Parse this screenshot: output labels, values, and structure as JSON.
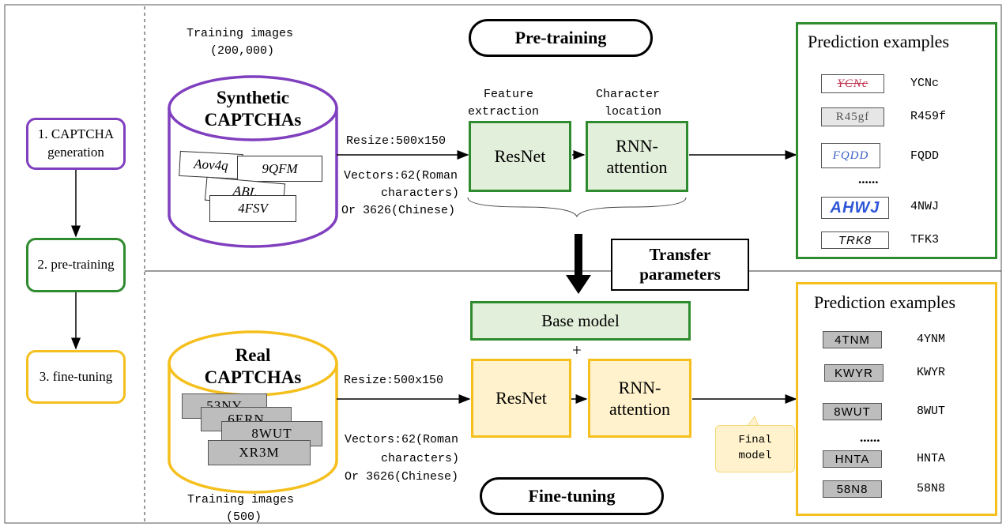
{
  "steps": [
    {
      "label": "1. CAPTCHA generation",
      "color": "#7f3fbf"
    },
    {
      "label": "2. pre-training",
      "color": "#2e8b2e"
    },
    {
      "label": "3. fine-tuning",
      "color": "#f5bf1d"
    }
  ],
  "pretraining": {
    "title": "Pre-training",
    "images_label_line1": "Training images",
    "images_label_line2": "(200,000)",
    "db_label": "Synthetic CAPTCHAs",
    "captcha_samples": [
      "Aov4q",
      "9QFM",
      "ABL",
      "4FSV"
    ],
    "resize_label": "Resize:500x150",
    "vectors_line1": "Vectors:62(Roman",
    "vectors_line2": "characters)",
    "vectors_line3": "Or 3626(Chinese)",
    "feature_label_line1": "Feature",
    "feature_label_line2": "extraction",
    "char_label_line1": "Character",
    "char_label_line2": "location",
    "resnet": "ResNet",
    "rnn": "RNN-attention"
  },
  "transfer": {
    "line1": "Transfer",
    "line2": "parameters"
  },
  "finetuning": {
    "title": "Fine-tuning",
    "images_label_line1": "Training images",
    "images_label_line2": "(500)",
    "db_label": "Real CAPTCHAs",
    "captcha_samples": [
      "53NY",
      "6ERN",
      "8WUT",
      "XR3M"
    ],
    "resize_label": "Resize:500x150",
    "vectors_line1": "Vectors:62(Roman",
    "vectors_line2": "characters)",
    "vectors_line3": "Or 3626(Chinese)",
    "base_model": "Base model",
    "plus": "+",
    "resnet": "ResNet",
    "rnn": "RNN-attention",
    "final_model_line1": "Final",
    "final_model_line2": "model"
  },
  "prediction_top": {
    "title": "Prediction examples",
    "items": [
      {
        "image_text": "YCNc",
        "prediction": "YCNc"
      },
      {
        "image_text": "R45gf",
        "prediction": "R459f"
      },
      {
        "image_text": "FQDD",
        "prediction": "FQDD"
      },
      {
        "image_text": "AHWJ",
        "prediction": "4NWJ"
      },
      {
        "image_text": "TRK8",
        "prediction": "TFK3"
      }
    ],
    "ellipsis": "......"
  },
  "prediction_bottom": {
    "title": "Prediction examples",
    "items": [
      {
        "image_text": "4TNM",
        "prediction": "4YNM"
      },
      {
        "image_text": "KWYR",
        "prediction": "KWYR"
      },
      {
        "image_text": "8WUT",
        "prediction": "8WUT"
      },
      {
        "image_text": "HNTA",
        "prediction": "HNTA"
      },
      {
        "image_text": "58N8",
        "prediction": "58N8"
      }
    ],
    "ellipsis": "......"
  },
  "colors": {
    "purple": "#7f3fbf",
    "green": "#2e8b2e",
    "yellow": "#f5bf1d"
  }
}
